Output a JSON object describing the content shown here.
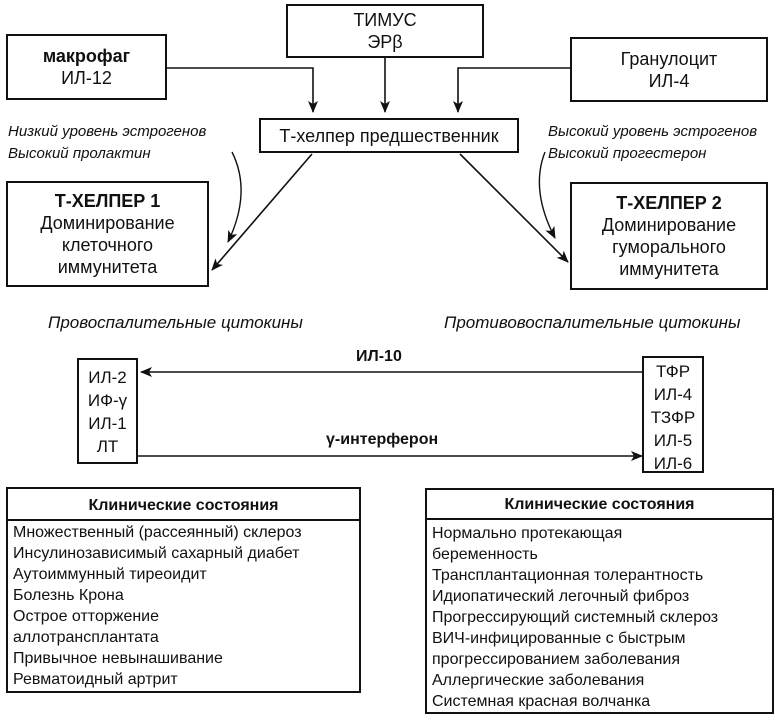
{
  "thymus": {
    "line1": "ТИМУС",
    "line2": "ЭРβ"
  },
  "macrophage": {
    "line1": "макрофаг",
    "line2": "ИЛ-12"
  },
  "granulocyte": {
    "line1": "Гранулоцит",
    "line2": "ИЛ-4"
  },
  "precursor": "Т-хелпер предшественник",
  "left_condition": {
    "line1": "Низкий уровень эстрогенов",
    "line2": "Высокий пролактин"
  },
  "right_condition": {
    "line1": "Высокий уровень эстрогенов",
    "line2": "Высокий прогестерон"
  },
  "th1": {
    "title": "Т-ХЕЛПЕР 1",
    "line1": "Доминирование",
    "line2": "клеточного",
    "line3": "иммунитета"
  },
  "th2": {
    "title": "Т-ХЕЛПЕР 2",
    "line1": "Доминирование",
    "line2": "гуморального",
    "line3": "иммунитета"
  },
  "proinflammatory": "Провоспалительные цитокины",
  "antiinflammatory": "Противовоспалительные цитокины",
  "th1_cytokines": [
    "ИЛ-2",
    "ИФ-γ",
    "ИЛ-1",
    "ЛТ"
  ],
  "th2_cytokines": [
    "ТФР",
    "ИЛ-4",
    "ТЗФР",
    "ИЛ-5",
    "ИЛ-6"
  ],
  "arrow_il10": "ИЛ-10",
  "arrow_ifn": "γ-интерферон",
  "left_clinical": {
    "title": "Клинические состояния",
    "items": [
      "Множественный (рассеянный) склероз",
      "Инсулинозависимый сахарный диабет",
      "Аутоиммунный тиреоидит",
      "Болезнь Крона",
      "Острое отторжение",
      "аллотрансплантата",
      "Привычное невынашивание",
      "Ревматоидный артрит"
    ]
  },
  "right_clinical": {
    "title": "Клинические состояния",
    "items": [
      "Нормально протекающая",
      "беременность",
      "Трансплантационная толерантность",
      "Идиопатический легочный фиброз",
      "Прогрессирующий системный склероз",
      "ВИЧ-инфицированные с быстрым",
      "прогрессированием заболевания",
      "Аллергические заболевания",
      "Системная красная волчанка"
    ]
  }
}
